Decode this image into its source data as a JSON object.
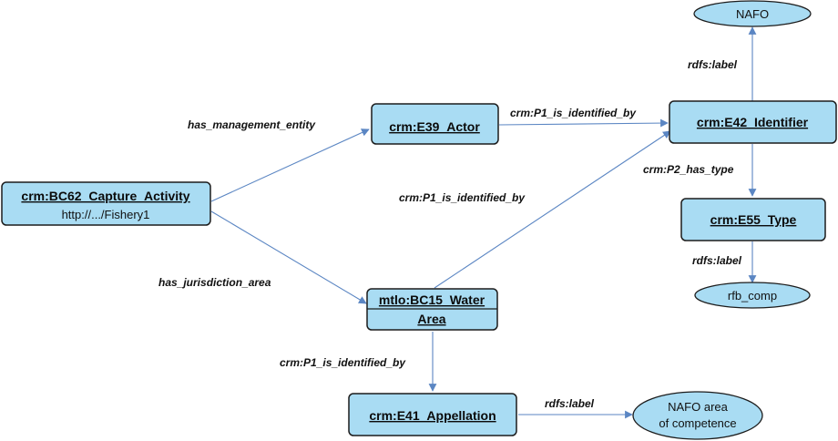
{
  "nodes": {
    "capture_activity": {
      "title": "crm:BC62_Capture_Activity",
      "subtitle": "http://.../Fishery1"
    },
    "actor": {
      "title": "crm:E39_Actor"
    },
    "identifier": {
      "title": "crm:E42_Identifier"
    },
    "type": {
      "title": "crm:E55_Type"
    },
    "water_area": {
      "title_line1": "mtlo:BC15_Water",
      "title_line2": "Area"
    },
    "appellation": {
      "title": "crm:E41_Appellation"
    }
  },
  "literals": {
    "nafo": "NAFO",
    "rfb_comp": "rfb_comp",
    "nafo_area_line1": "NAFO area",
    "nafo_area_line2": "of competence"
  },
  "edges": {
    "has_management_entity": "has_management_entity",
    "has_jurisdiction_area": "has_jurisdiction_area",
    "actor_identified_by": "crm:P1_is_identified_by",
    "water_identified_by_identifier": "crm:P1_is_identified_by",
    "water_identified_by_appellation": "crm:P1_is_identified_by",
    "identifier_label": "rdfs:label",
    "identifier_has_type": "crm:P2_has_type",
    "type_label": "rdfs:label",
    "appellation_label": "rdfs:label"
  },
  "colors": {
    "node_fill": "#a9dcf3",
    "edge": "#5b86c3",
    "border": "#1c1c1c"
  }
}
